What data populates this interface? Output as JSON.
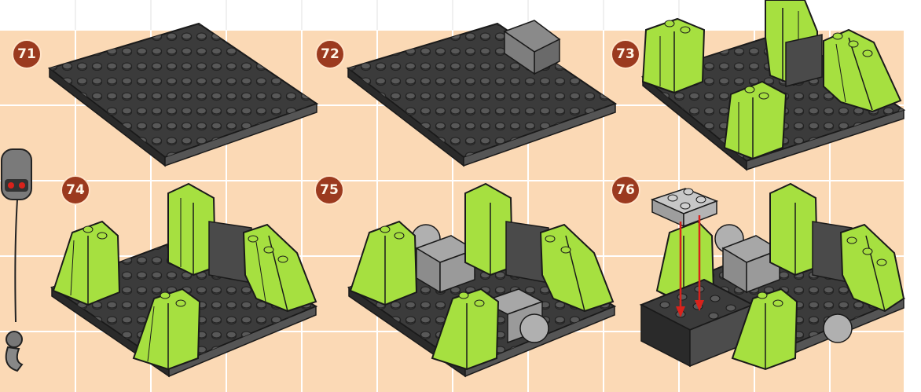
{
  "steps": [
    "71",
    "72",
    "73",
    "74",
    "75",
    "76"
  ],
  "colors": {
    "background_grid": "#fbd9b5",
    "grid_lines": "#ffffff",
    "dark_gray": "#4a4a4a",
    "light_gray": "#a7a7a7",
    "lime_green": "#a6e040",
    "accent_red": "#d9221b",
    "badge": "#9b3a1f"
  },
  "icons": [
    "mouse-icon",
    "key-icon"
  ]
}
